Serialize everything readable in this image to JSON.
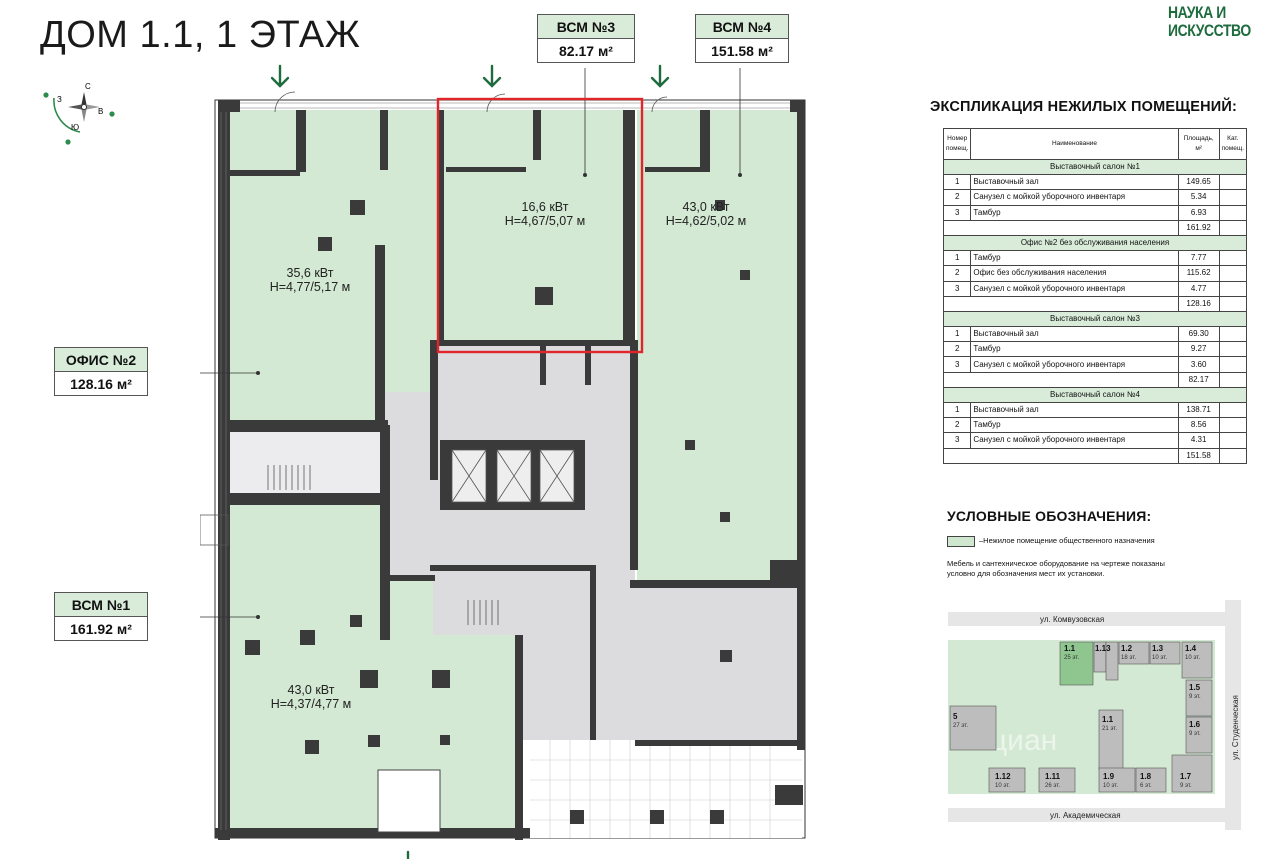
{
  "page": {
    "title": "ДОМ 1.1, 1 ЭТАЖ",
    "brand": "НАУКА И ИСКУССТВО"
  },
  "compass": {
    "n": "С",
    "w": "З",
    "e": "В",
    "s": "Ю"
  },
  "units": {
    "vsm3": {
      "name": "ВСМ №3",
      "area": "82.17 м²"
    },
    "vsm4": {
      "name": "ВСМ №4",
      "area": "151.58 м²"
    },
    "office2": {
      "name": "ОФИС №2",
      "area": "128.16 м²"
    },
    "vsm1": {
      "name": "ВСМ №1",
      "area": "161.92 м²"
    }
  },
  "rooms": {
    "office2": {
      "power": "35,6 кВт",
      "height": "H=4,77/5,17 м"
    },
    "vsm3": {
      "power": "16,6 кВт",
      "height": "H=4,67/5,07 м"
    },
    "vsm4": {
      "power": "43,0 кВт",
      "height": "H=4,62/5,02 м"
    },
    "vsm1": {
      "power": "43,0 кВт",
      "height": "H=4,37/4,77 м"
    }
  },
  "explication": {
    "title": "ЭКСПЛИКАЦИЯ НЕЖИЛЫХ ПОМЕЩЕНИЙ:",
    "headers": {
      "num": "Номер помещ.",
      "name": "Наименование",
      "area": "Площадь, м²",
      "cat": "Кат. помещ."
    },
    "groups": [
      {
        "title": "Выставочный салон №1",
        "rows": [
          {
            "num": "1",
            "name": "Выставочный зал",
            "area": "149.65"
          },
          {
            "num": "2",
            "name": "Санузел с мойкой уборочного инвентаря",
            "area": "5.34"
          },
          {
            "num": "3",
            "name": "Тамбур",
            "area": "6.93"
          }
        ],
        "total": "161.92"
      },
      {
        "title": "Офис №2 без обслуживания населения",
        "rows": [
          {
            "num": "1",
            "name": "Тамбур",
            "area": "7.77"
          },
          {
            "num": "2",
            "name": "Офис без обслуживания населения",
            "area": "115.62"
          },
          {
            "num": "3",
            "name": "Санузел с мойкой уборочного инвентаря",
            "area": "4.77"
          }
        ],
        "total": "128.16"
      },
      {
        "title": "Выставочный салон №3",
        "rows": [
          {
            "num": "1",
            "name": "Выставочный зал",
            "area": "69.30"
          },
          {
            "num": "2",
            "name": "Тамбур",
            "area": "9.27"
          },
          {
            "num": "3",
            "name": "Санузел с мойкой уборочного инвентаря",
            "area": "3.60"
          }
        ],
        "total": "82.17"
      },
      {
        "title": "Выставочный салон №4",
        "rows": [
          {
            "num": "1",
            "name": "Выставочный зал",
            "area": "138.71"
          },
          {
            "num": "2",
            "name": "Тамбур",
            "area": "8.56"
          },
          {
            "num": "3",
            "name": "Санузел с мойкой уборочного инвентаря",
            "area": "4.31"
          }
        ],
        "total": "151.58"
      }
    ]
  },
  "legend": {
    "title": "УСЛОВНЫЕ ОБОЗНАЧЕНИЯ:",
    "item": "–Нежилое помещение общественного назначения",
    "note": "Мебель и сантехническое оборудование на чертеже показаны условно для обозначения мест их установки."
  },
  "sitemap": {
    "street_top": "ул. Комвузовская",
    "street_bottom": "ул. Академическая",
    "street_right": "ул. Студенческая",
    "watermark": "циан",
    "blocks": [
      {
        "num": "1.1",
        "fl": "25 эт.",
        "highlight": true
      },
      {
        "num": "1.13",
        "fl": ""
      },
      {
        "num": "1.2",
        "fl": "18 эт."
      },
      {
        "num": "1.3",
        "fl": "10 эт."
      },
      {
        "num": "1.4",
        "fl": "10 эт."
      },
      {
        "num": "1.5",
        "fl": "9 эт."
      },
      {
        "num": "1.6",
        "fl": "9 эт."
      },
      {
        "num": "5",
        "fl": "27 эт."
      },
      {
        "num": "1.1",
        "fl": "21 эт."
      },
      {
        "num": "1.12",
        "fl": "10 эт."
      },
      {
        "num": "1.11",
        "fl": "26 эт."
      },
      {
        "num": "1.9",
        "fl": "10 эт."
      },
      {
        "num": "1.8",
        "fl": "6 эт."
      },
      {
        "num": "1.7",
        "fl": "9 эт."
      }
    ]
  },
  "colors": {
    "room_green": "#d3e9d3",
    "core_gray": "#dcdcdf",
    "wall": "#3a3a3a",
    "accent_green": "#1e6b3e",
    "highlight_red": "#e0252b"
  }
}
